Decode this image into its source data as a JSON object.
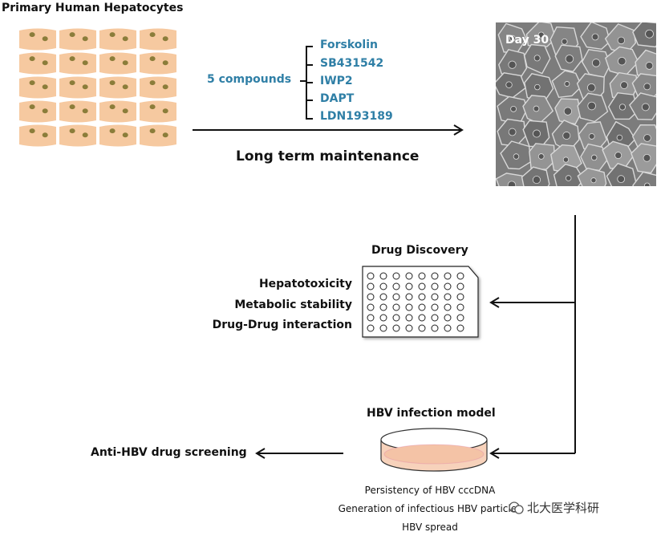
{
  "title": "Primary Human Hepatocytes",
  "compounds": {
    "label": "5 compounds",
    "items": [
      "Forskolin",
      "SB431542",
      "IWP2",
      "DAPT",
      "LDN193189"
    ]
  },
  "maintenance_label": "Long term maintenance",
  "photo_label": "Day 30",
  "drug_discovery": {
    "title": "Drug Discovery",
    "assays": [
      "Hepatotoxicity",
      "Metabolic stability",
      "Drug-Drug interaction"
    ]
  },
  "hbv_model": {
    "title": "HBV infection model",
    "features": [
      "Persistency of HBV cccDNA",
      "Generation of infectious HBV particles",
      "HBV spread"
    ]
  },
  "screening_label": "Anti-HBV drug screening",
  "watermark": "北大医学科研",
  "colors": {
    "compound_text": "#2f7fa6",
    "cell_fill": "#f6c9a0",
    "nucleus": "#8b7d3a",
    "dish_fill": "#f7d2bb"
  }
}
